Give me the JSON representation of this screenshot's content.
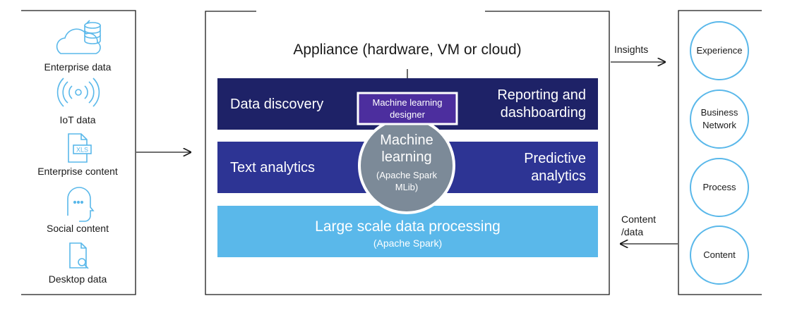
{
  "sources": [
    {
      "label": "Enterprise data",
      "icon": "cloud-database-icon"
    },
    {
      "label": "IoT data",
      "icon": "wireless-signal-icon"
    },
    {
      "label": "Enterprise content",
      "icon": "xls-document-icon"
    },
    {
      "label": "Social content",
      "icon": "person-chat-icon"
    },
    {
      "label": "Desktop data",
      "icon": "document-search-icon"
    }
  ],
  "appliance": {
    "title": "Appliance (hardware, VM or cloud)",
    "bands": {
      "data_discovery": "Data discovery",
      "reporting": "Reporting and dashboarding",
      "text_analytics": "Text analytics",
      "predictive": "Predictive analytics",
      "large_scale": "Large scale data processing",
      "large_scale_sub": "(Apache Spark)"
    },
    "ml_designer": "Machine learning designer",
    "ml_circle": {
      "title": "Machine learning",
      "sub": "(Apache Spark MLib)"
    }
  },
  "flows": {
    "insights": "Insights",
    "content_data": "Content /data"
  },
  "outcomes": [
    "Experience",
    "Business Network",
    "Process",
    "Content"
  ],
  "colors": {
    "navy": "#1e2267",
    "indigo": "#2d3494",
    "sky": "#5ab8ea",
    "purple": "#4c2e9e",
    "circle_gray": "#7c8a98",
    "outcome_border": "#5ab8ea"
  }
}
